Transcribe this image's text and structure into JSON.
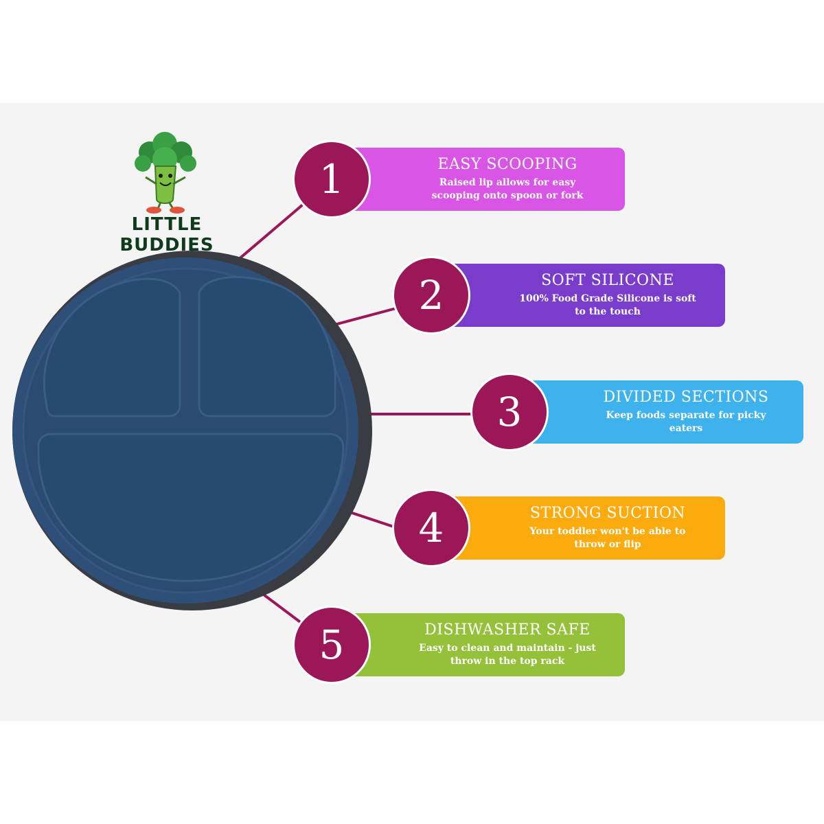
{
  "brand": {
    "name": "LITTLE BUDDIES"
  },
  "colors": {
    "accent": "#9b1758",
    "plate": "#2e4f78",
    "panel": "#f4f4f4"
  },
  "features": [
    {
      "number": "1",
      "title": "EASY SCOOPING",
      "desc_line1": "Raised lip allows for easy",
      "desc_line2": "scooping onto spoon or fork",
      "color": "#d955e6"
    },
    {
      "number": "2",
      "title": "SOFT SILICONE",
      "desc_line1": "100% Food Grade Silicone is soft",
      "desc_line2": "to the touch",
      "color": "#7a3dcb"
    },
    {
      "number": "3",
      "title": "DIVIDED SECTIONS",
      "desc_line1": "Keep foods separate for picky",
      "desc_line2": "eaters",
      "color": "#3eb2ec"
    },
    {
      "number": "4",
      "title": "STRONG SUCTION",
      "desc_line1": "Your toddler won't be able to",
      "desc_line2": "throw or flip",
      "color": "#fbab0e"
    },
    {
      "number": "5",
      "title": "DISHWASHER SAFE",
      "desc_line1": "Easy to clean and maintain - just",
      "desc_line2": "throw in the top rack",
      "color": "#95c13a"
    }
  ]
}
